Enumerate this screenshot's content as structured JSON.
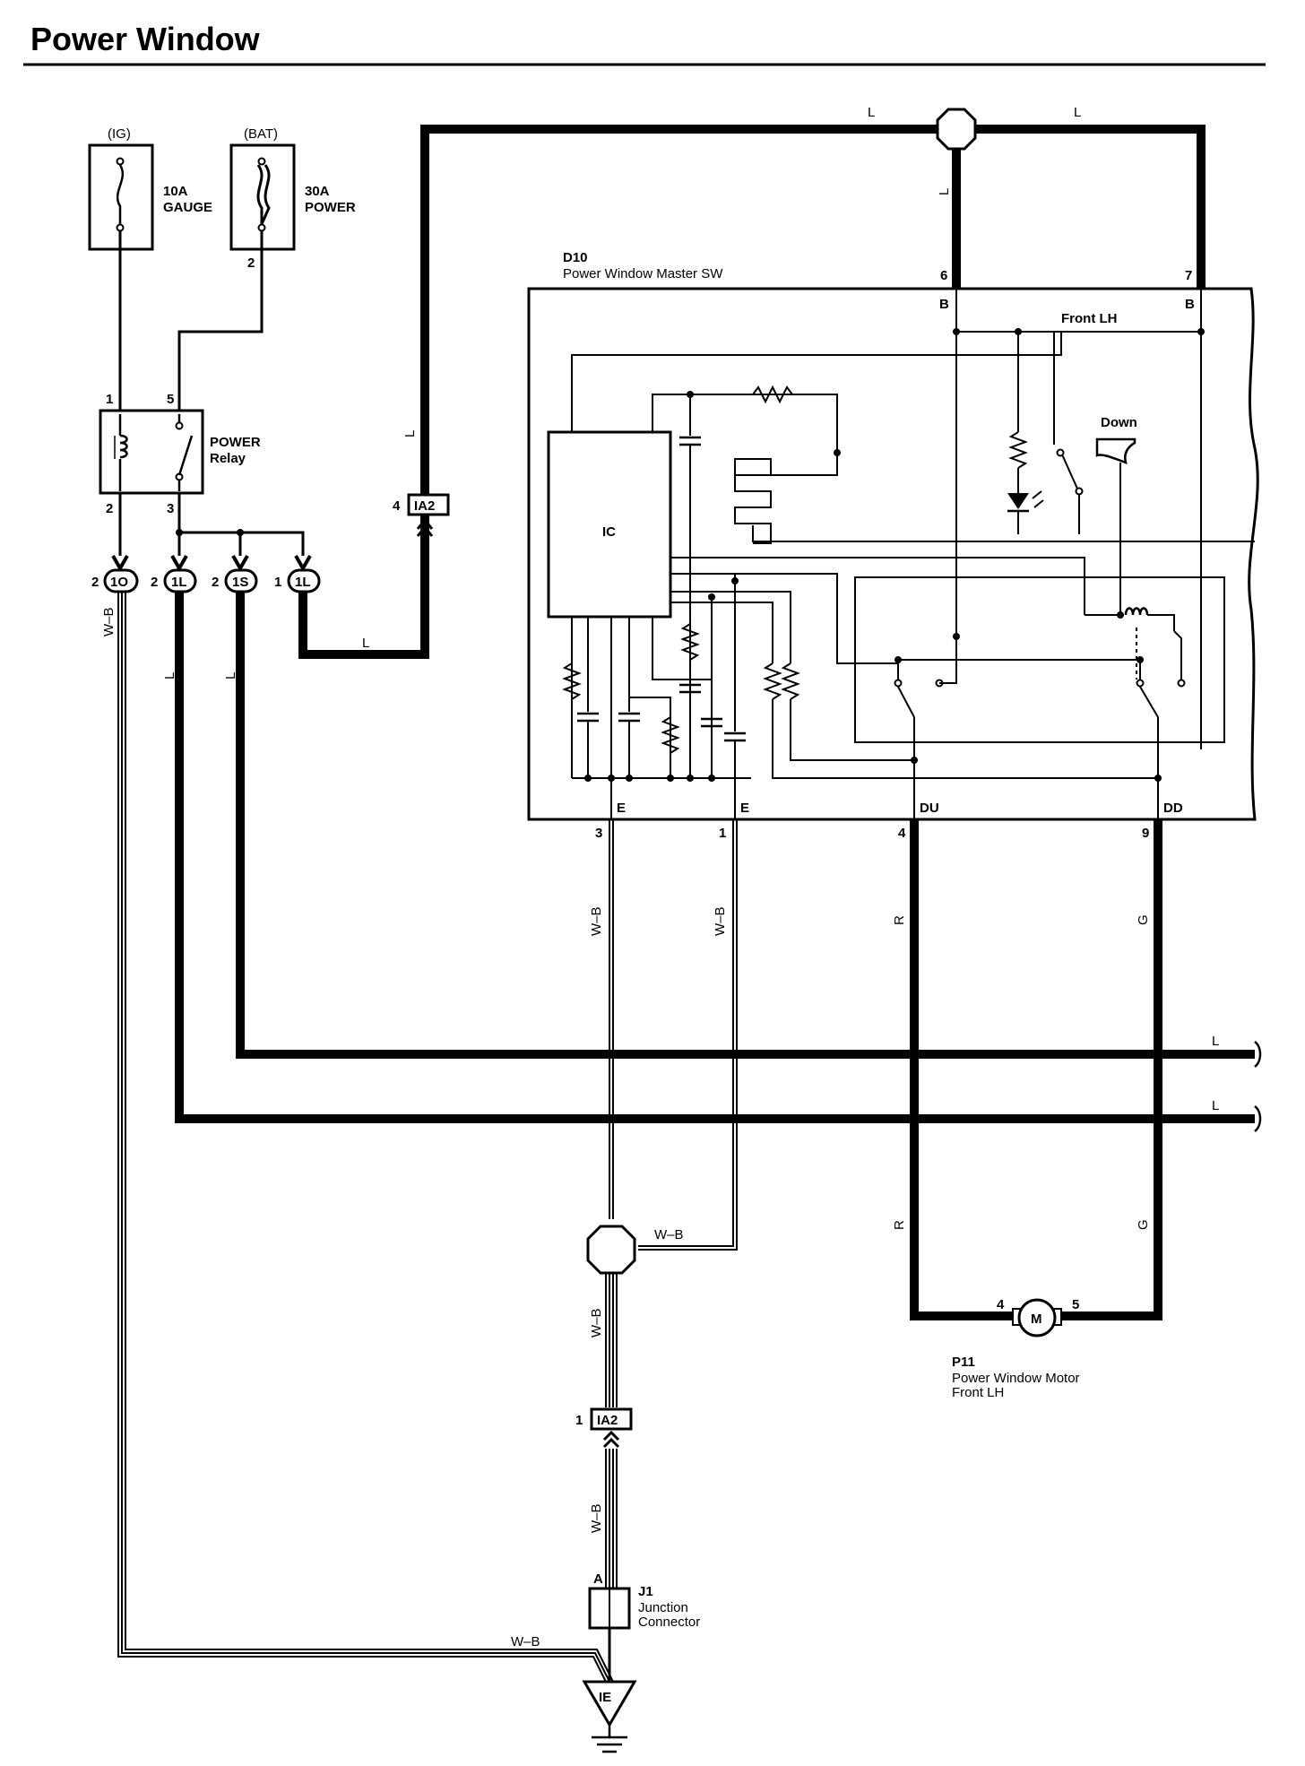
{
  "title": "Power Window",
  "fuses": {
    "ig": {
      "source": "(IG)",
      "rating": "10A",
      "name": "GAUGE"
    },
    "bat": {
      "source": "(BAT)",
      "rating": "30A",
      "name": "POWER",
      "pin": "2"
    }
  },
  "relay": {
    "name": "POWER",
    "name2": "Relay",
    "pin1": "1",
    "pin5": "5",
    "pin2": "2",
    "pin3": "3"
  },
  "junction_connectors": [
    {
      "pin": "2",
      "code": "1O"
    },
    {
      "pin": "2",
      "code": "1L"
    },
    {
      "pin": "2",
      "code": "1S"
    },
    {
      "pin": "1",
      "code": "1L"
    }
  ],
  "ia2_top": {
    "pin": "4",
    "code": "IA2"
  },
  "ia2_bottom": {
    "pin": "1",
    "code": "IA2"
  },
  "master_switch": {
    "code": "D10",
    "name": "Power Window Master SW",
    "ic_label": "IC",
    "section": "Front LH",
    "down_label": "Down",
    "terminals": {
      "b1": "B",
      "b2": "B",
      "e1": "E",
      "e2": "E",
      "du": "DU",
      "dd": "DD"
    },
    "pins": {
      "p6": "6",
      "p7": "7",
      "p3": "3",
      "p1": "1",
      "p4": "4",
      "p9": "9"
    }
  },
  "motor": {
    "code": "P11",
    "name": "Power Window Motor",
    "name2": "Front LH",
    "symbol": "M",
    "pin4": "4",
    "pin5": "5"
  },
  "junction": {
    "code": "J1",
    "name": "Junction",
    "name2": "Connector",
    "pin": "A"
  },
  "ground": {
    "code": "IE"
  },
  "wire_colors": {
    "l": "L",
    "wb": "W–B",
    "r": "R",
    "g": "G"
  }
}
